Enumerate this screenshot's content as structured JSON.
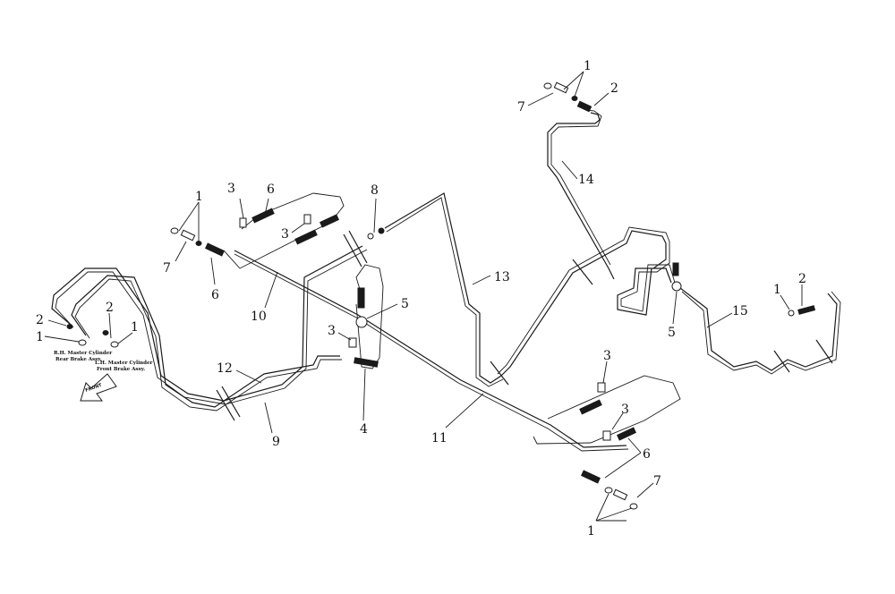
{
  "diagram": {
    "callouts": [
      {
        "id": "c1",
        "text": "1"
      },
      {
        "id": "c2",
        "text": "2"
      },
      {
        "id": "c3",
        "text": "7"
      },
      {
        "id": "c4",
        "text": "14"
      },
      {
        "id": "c5",
        "text": "1"
      },
      {
        "id": "c6",
        "text": "7"
      },
      {
        "id": "c7",
        "text": "6"
      },
      {
        "id": "c8",
        "text": "3"
      },
      {
        "id": "c9",
        "text": "6"
      },
      {
        "id": "c10",
        "text": "3"
      },
      {
        "id": "c11",
        "text": "10"
      },
      {
        "id": "c12",
        "text": "8"
      },
      {
        "id": "c13",
        "text": "13"
      },
      {
        "id": "c14",
        "text": "5"
      },
      {
        "id": "c15",
        "text": "3"
      },
      {
        "id": "c16",
        "text": "12"
      },
      {
        "id": "c17",
        "text": "9"
      },
      {
        "id": "c18",
        "text": "4"
      },
      {
        "id": "c19",
        "text": "11"
      },
      {
        "id": "c20",
        "text": "2"
      },
      {
        "id": "c21",
        "text": "1"
      },
      {
        "id": "c22",
        "text": "2"
      },
      {
        "id": "c23",
        "text": "1"
      },
      {
        "id": "c24",
        "text": "5"
      },
      {
        "id": "c25",
        "text": "1"
      },
      {
        "id": "c26",
        "text": "2"
      },
      {
        "id": "c27",
        "text": "15"
      },
      {
        "id": "c28",
        "text": "3"
      },
      {
        "id": "c29",
        "text": "3"
      },
      {
        "id": "c30",
        "text": "6"
      },
      {
        "id": "c31",
        "text": "7"
      },
      {
        "id": "c32",
        "text": "1"
      }
    ],
    "captions": {
      "rh_line1": "R.H. Master Cylinder",
      "rh_line2": "Rear Brake Assy.",
      "lh_line1": "L.H. Master Cylinder",
      "lh_line2": "Front Brake Assy."
    },
    "front_arrow_label": "FRONT"
  }
}
